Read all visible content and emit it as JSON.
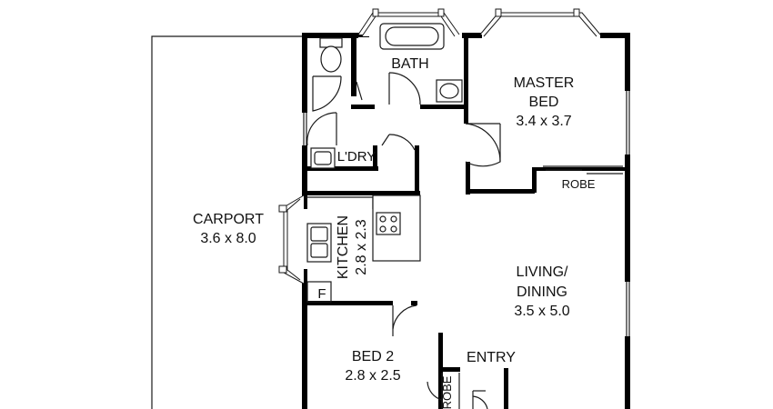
{
  "rooms": {
    "carport": {
      "name": "CARPORT",
      "size": "3.6 x 8.0"
    },
    "bath": {
      "name": "BATH"
    },
    "master_bed": {
      "name_line1": "MASTER",
      "name_line2": "BED",
      "size": "3.4 x 3.7"
    },
    "laundry": {
      "name": "L'DRY"
    },
    "robe_master": {
      "name": "ROBE"
    },
    "kitchen": {
      "name": "KITCHEN",
      "size": "2.8 x 2.3"
    },
    "living": {
      "name_line1": "LIVING/",
      "name_line2": "DINING",
      "size": "3.5 x 5.0"
    },
    "fridge": {
      "name": "F"
    },
    "bed2": {
      "name": "BED 2",
      "size": "2.8 x 2.5"
    },
    "entry": {
      "name": "ENTRY"
    },
    "robe_bed2": {
      "name": "ROBE"
    }
  }
}
